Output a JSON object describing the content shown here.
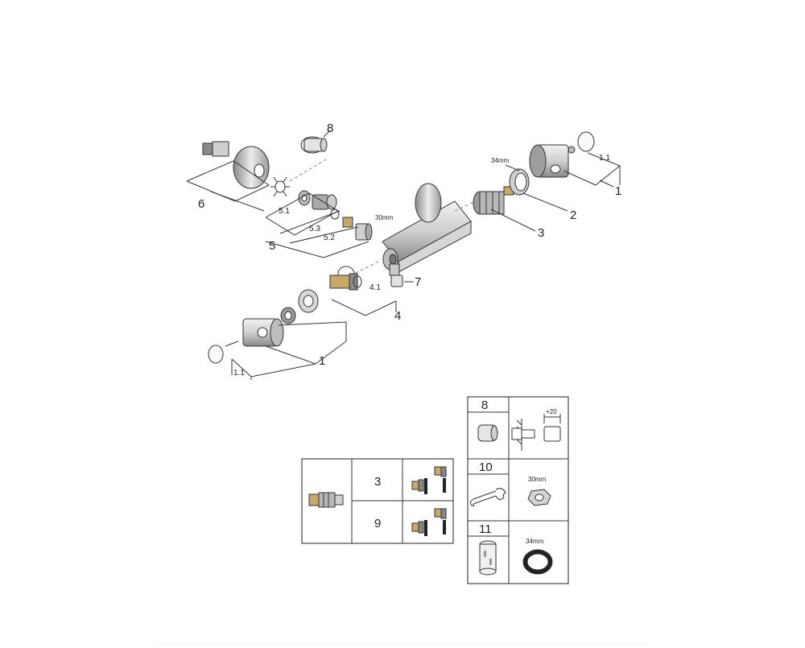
{
  "callouts": {
    "p1_right": "1",
    "p1_1_right": "1.1",
    "p2": "2",
    "p3": "3",
    "p34mm_top": "34mm",
    "p8": "8",
    "p6": "6",
    "p5": "5",
    "p5_1": "5.1",
    "p5_3": "5.3",
    "p5_2": "5.2",
    "p30mm_top": "30mm",
    "p7": "7",
    "p4": "4",
    "p4_1": "4.1",
    "p1_left": "1",
    "p1_1_left": "1.1"
  },
  "legend_left": {
    "row_top": "3",
    "row_bottom": "9"
  },
  "legend_right": {
    "r8": "8",
    "dim_20": "+20",
    "r10": "10",
    "nut_30mm": "30mm",
    "r11": "11",
    "ring_34mm": "34mm"
  },
  "colors": {
    "ink": "#222222",
    "metal_light": "#e6e6e6",
    "metal_mid": "#b5b5b5",
    "metal_dark": "#6e6e6e",
    "rule": "#e0e0e0"
  }
}
